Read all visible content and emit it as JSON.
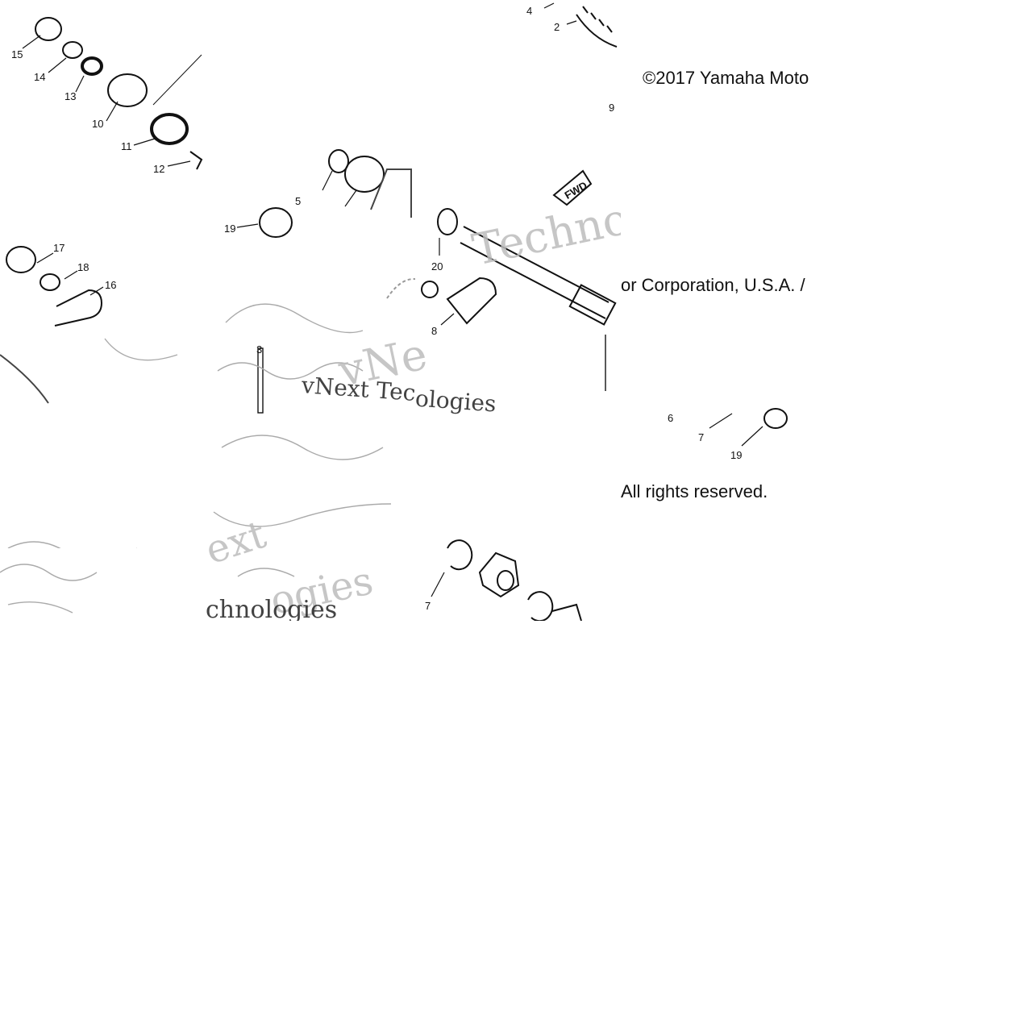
{
  "copyright": {
    "line1": "©2017 Yamaha Moto",
    "line2": "or Corporation, U.S.A. /",
    "line3": "All rights reserved."
  },
  "watermark": {
    "a": "vNext Tec",
    "b": "ologies",
    "c": "Techno",
    "d": "ext",
    "e": "ogies",
    "f": "chnologies",
    "g": "vNe"
  },
  "direction_tag": "FWD",
  "part_labels": {
    "p2": "2",
    "p3": "3",
    "p4": "4",
    "p5": "5",
    "p6": "6",
    "p7a": "7",
    "p7b": "7",
    "p8": "8",
    "p9": "9",
    "p10": "10",
    "p11": "11",
    "p12": "12",
    "p13": "13",
    "p14": "14",
    "p15": "15",
    "p16": "16",
    "p17": "17",
    "p18": "18",
    "p19a": "19",
    "p19b": "19",
    "p20": "20"
  }
}
